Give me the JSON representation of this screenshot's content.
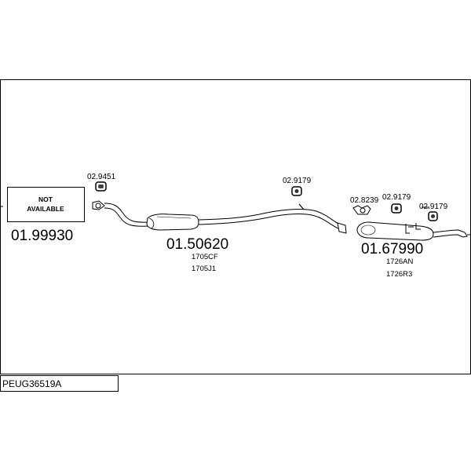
{
  "diagram": {
    "not_available": {
      "line1": "NOT",
      "line2": "AVAILABLE"
    },
    "parts": {
      "front": "01.99930",
      "middle": "01.50620",
      "middle_ref1": "1705CF",
      "middle_ref2": "1705J1",
      "rear": "01.67990",
      "rear_ref1": "1726AN",
      "rear_ref2": "1726R3",
      "gasket": "02.9451",
      "mount_center": "02.9179",
      "clamp": "02.8239",
      "mount_rear1": "02.9179",
      "mount_rear2": "02.9179"
    },
    "code": "PEUG36519A"
  }
}
